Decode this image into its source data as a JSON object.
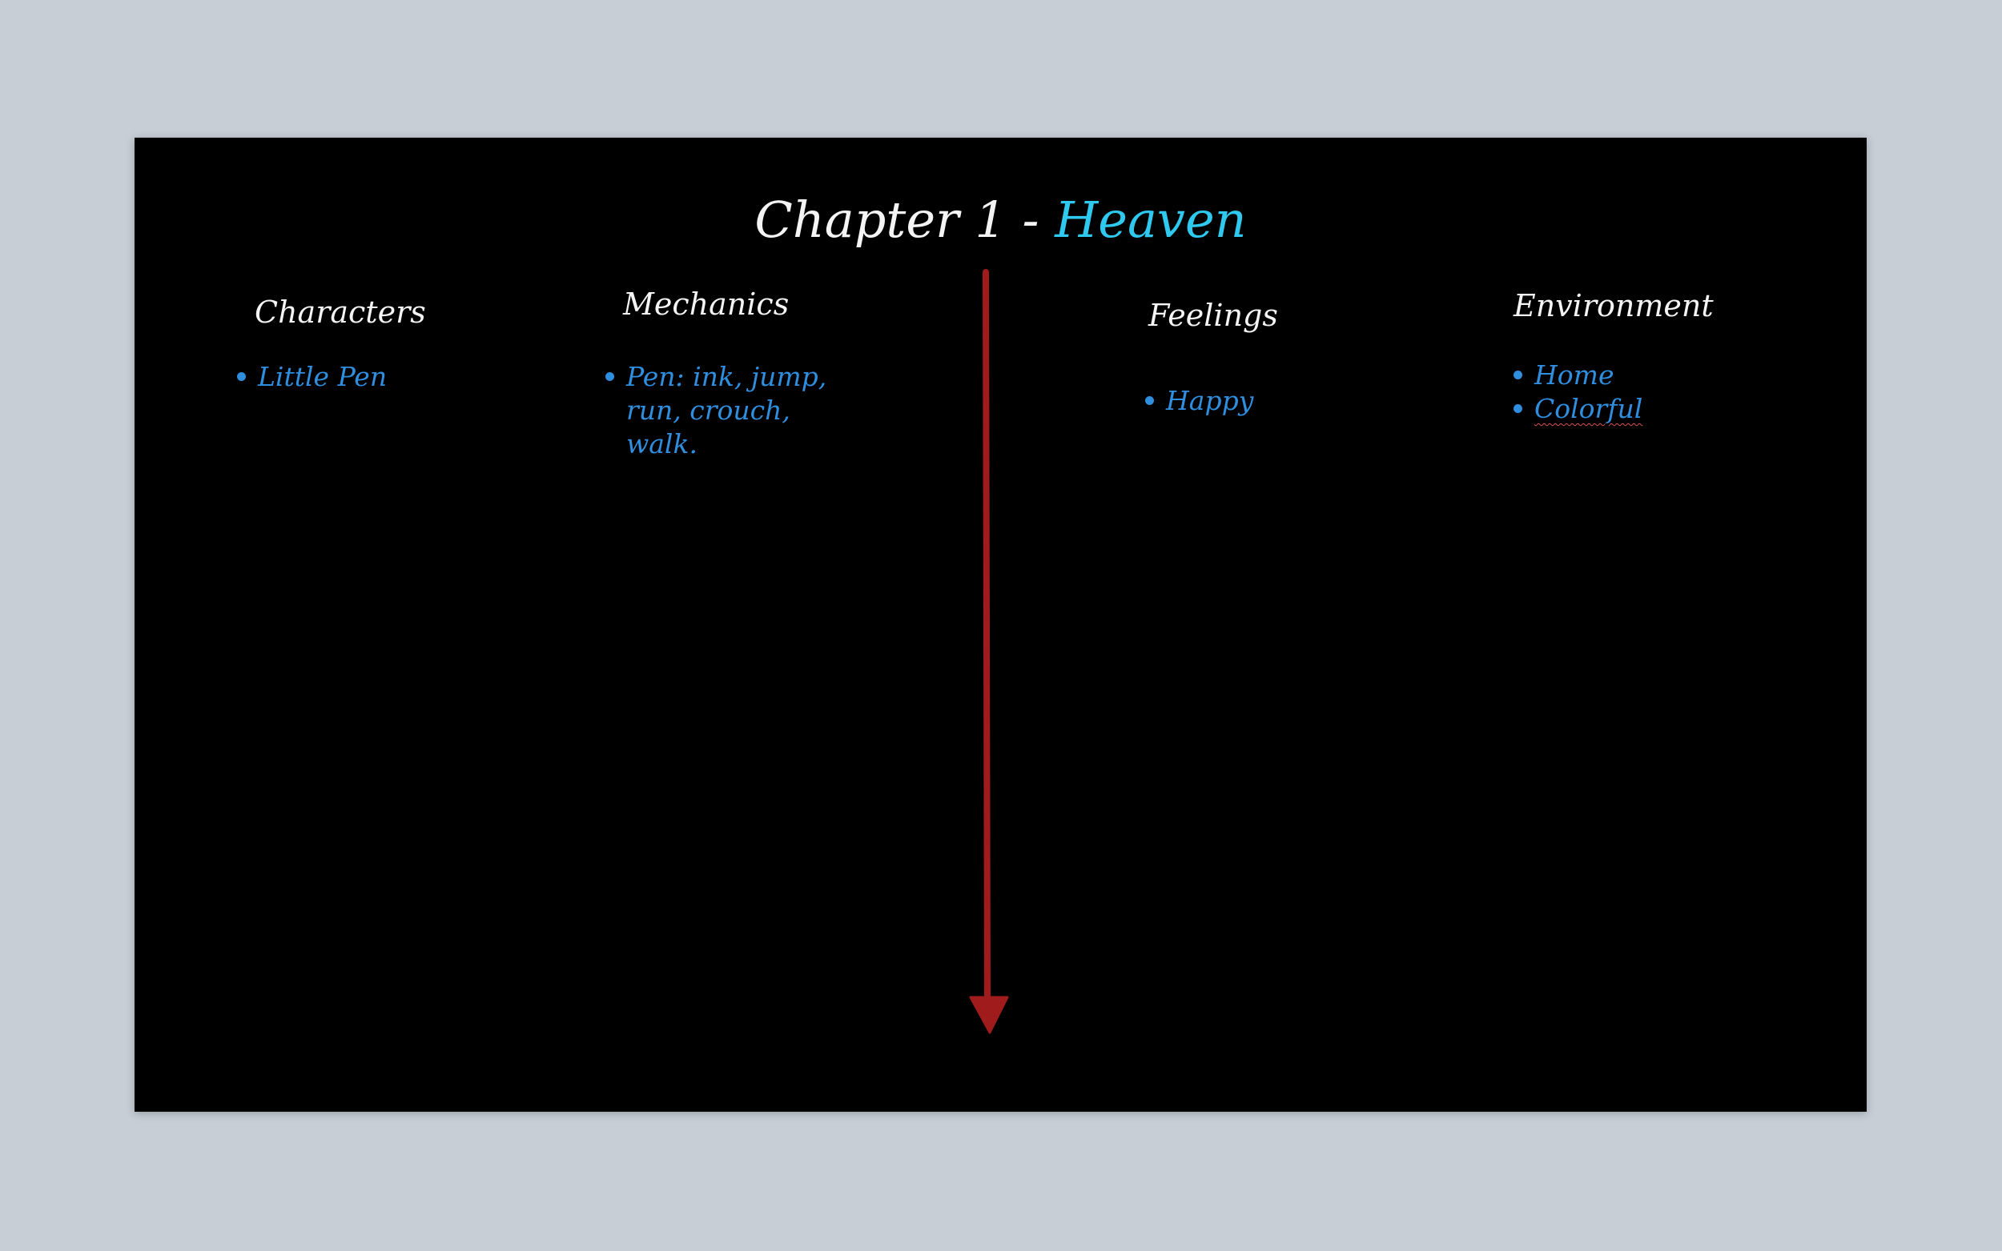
{
  "slide": {
    "title_main": "Chapter 1 - ",
    "title_accent": "Heaven",
    "colors": {
      "background": "#000000",
      "title": "#f4f4f4",
      "title_accent": "#2fc8ee",
      "bullet_text": "#2f8ede",
      "timeline_arrow": "#a01c1c"
    },
    "columns": [
      {
        "heading": "Characters",
        "items": [
          "Little Pen"
        ]
      },
      {
        "heading": "Mechanics",
        "items": [
          "Pen: ink, jump, run, crouch, walk."
        ]
      },
      {
        "heading": "Feelings",
        "items": [
          "Happy"
        ]
      },
      {
        "heading": "Environment",
        "items": [
          "Home",
          "Colorful"
        ]
      }
    ]
  }
}
